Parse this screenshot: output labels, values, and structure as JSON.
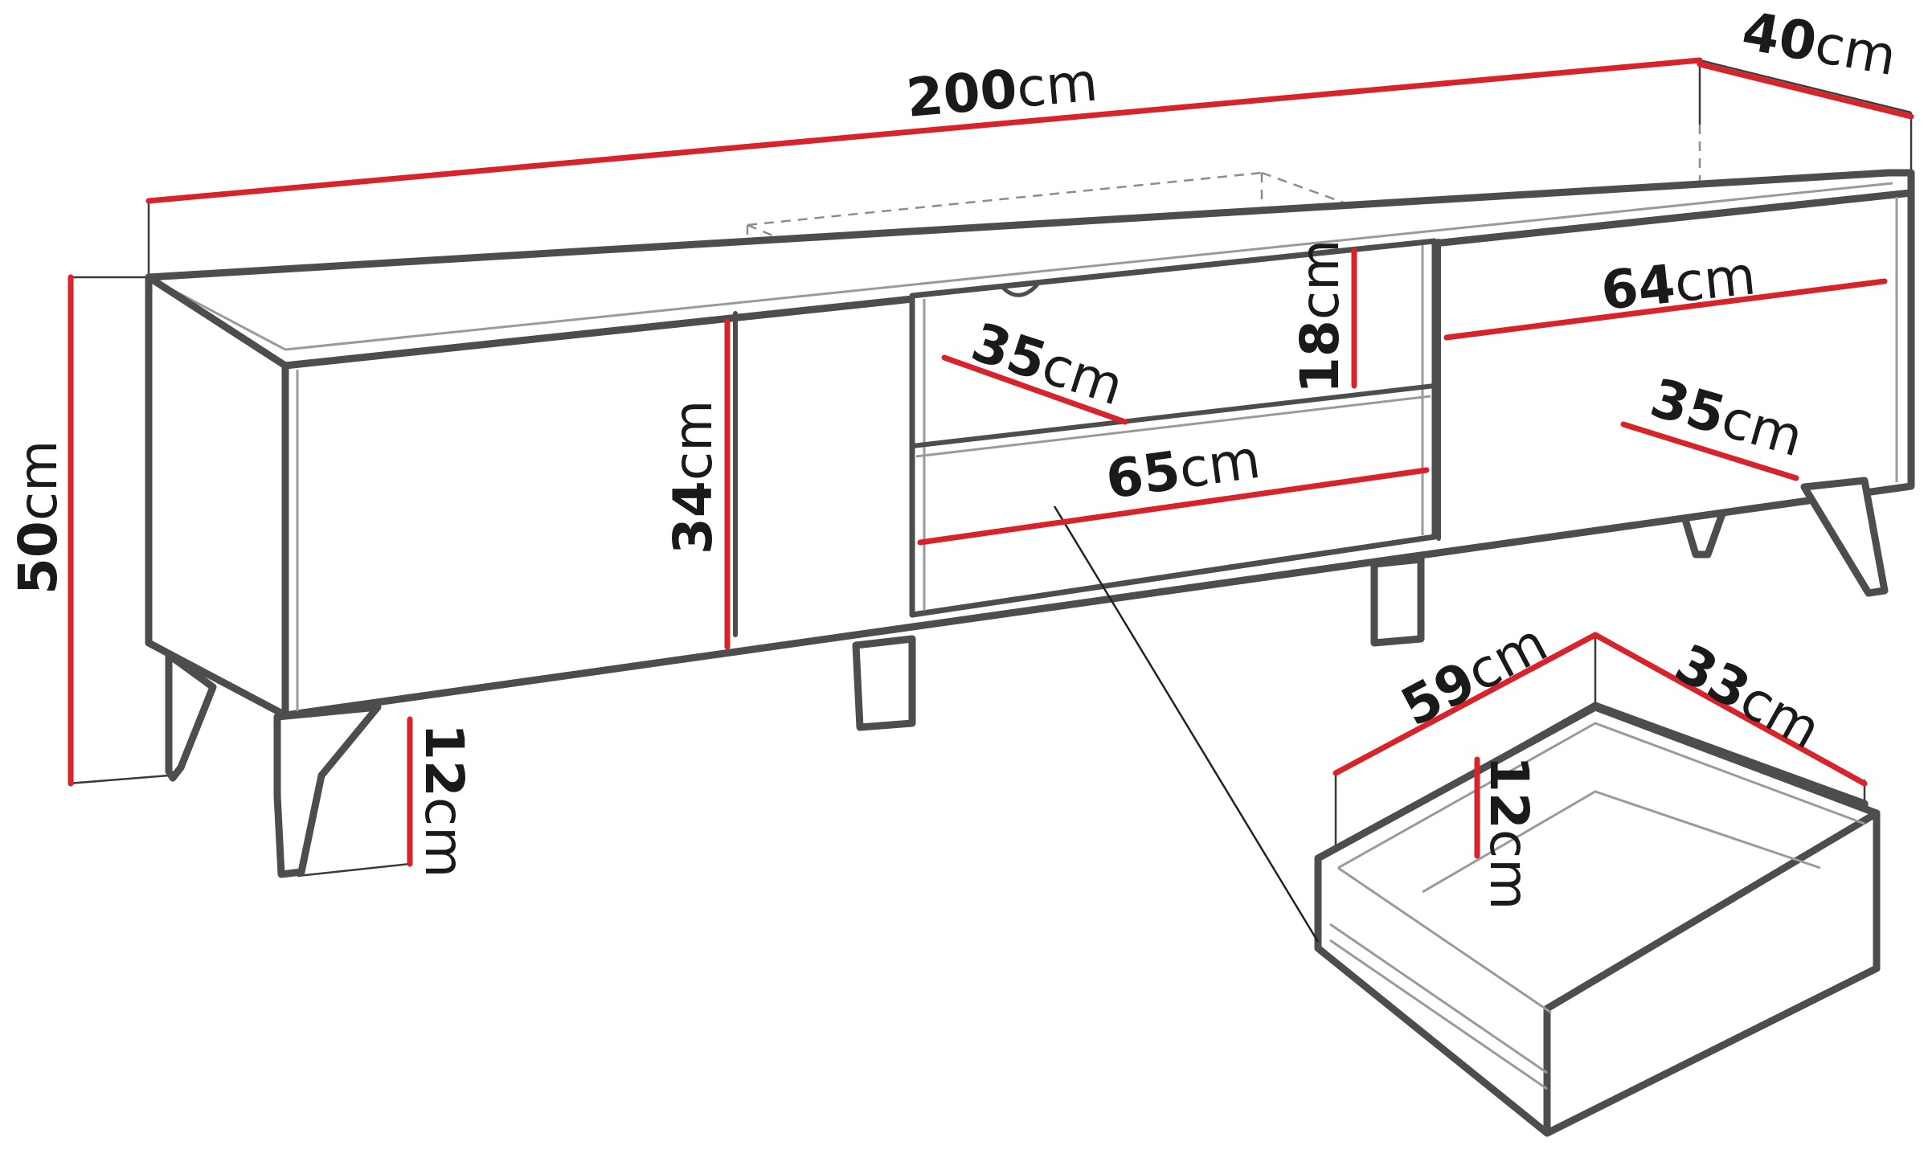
{
  "colors": {
    "outline": "#4d4d4d",
    "dimension_line": "#d8232a",
    "text": "#1a1a1a",
    "background": "#ffffff"
  },
  "dimensions": {
    "width": {
      "value": "200",
      "unit": "cm"
    },
    "depth": {
      "value": "40",
      "unit": "cm"
    },
    "height": {
      "value": "50",
      "unit": "cm"
    },
    "cabinet_inner_height": {
      "value": "34",
      "unit": "cm"
    },
    "leg_height": {
      "value": "12",
      "unit": "cm"
    },
    "shelf_depth_middle": {
      "value": "35",
      "unit": "cm"
    },
    "open_shelf_height": {
      "value": "18",
      "unit": "cm"
    },
    "middle_width": {
      "value": "65",
      "unit": "cm"
    },
    "right_width": {
      "value": "64",
      "unit": "cm"
    },
    "shelf_depth_right": {
      "value": "35",
      "unit": "cm"
    },
    "drawer_width": {
      "value": "59",
      "unit": "cm"
    },
    "drawer_depth": {
      "value": "33",
      "unit": "cm"
    },
    "drawer_height": {
      "value": "12",
      "unit": "cm"
    }
  }
}
